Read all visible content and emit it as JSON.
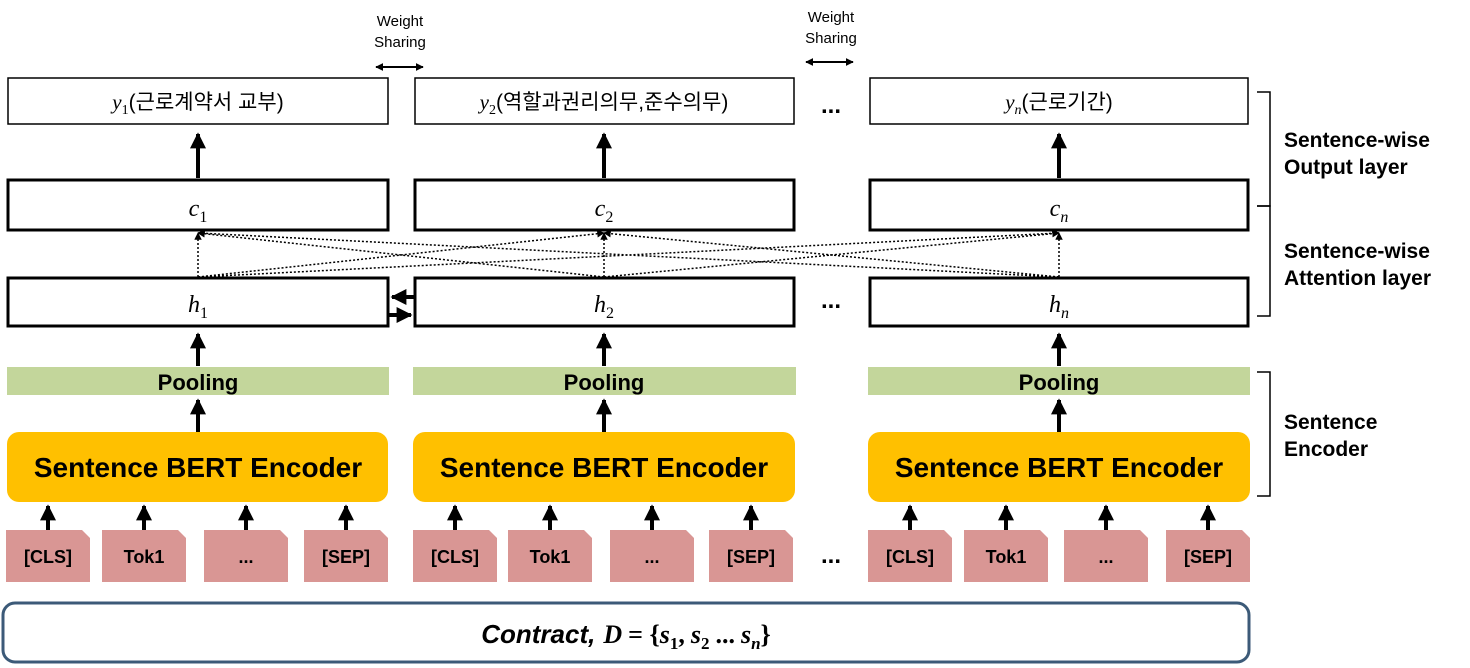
{
  "weight_sharing": [
    {
      "line1": "Weight",
      "line2": "Sharing"
    },
    {
      "line1": "Weight",
      "line2": "Sharing"
    }
  ],
  "columns": [
    {
      "output": {
        "var": "y",
        "sub": "1",
        "text": "(근로계약서 교부)"
      },
      "context": {
        "var": "c",
        "sub": "1"
      },
      "hidden": {
        "var": "h",
        "sub": "1"
      },
      "pooling": "Pooling",
      "encoder": "Sentence BERT Encoder",
      "tokens": [
        "[CLS]",
        "Tok1",
        "...",
        "[SEP]"
      ]
    },
    {
      "output": {
        "var": "y",
        "sub": "2",
        "text": "(역할과권리의무,준수의무)"
      },
      "context": {
        "var": "c",
        "sub": "2"
      },
      "hidden": {
        "var": "h",
        "sub": "2"
      },
      "pooling": "Pooling",
      "encoder": "Sentence BERT Encoder",
      "tokens": [
        "[CLS]",
        "Tok1",
        "...",
        "[SEP]"
      ]
    },
    {
      "output": {
        "var": "y",
        "sub": "n",
        "text": "(근로기간)"
      },
      "context": {
        "var": "c",
        "sub": "n"
      },
      "hidden": {
        "var": "h",
        "sub": "n"
      },
      "pooling": "Pooling",
      "encoder": "Sentence BERT Encoder",
      "tokens": [
        "[CLS]",
        "Tok1",
        "...",
        "[SEP]"
      ]
    }
  ],
  "ellipsis": "...",
  "layer_labels": {
    "output": {
      "line1": "Sentence-wise",
      "line2": "Output layer"
    },
    "attention": {
      "line1": "Sentence-wise",
      "line2": "Attention layer"
    },
    "encoder": {
      "line1": "Sentence",
      "line2": "Encoder"
    }
  },
  "contract": {
    "word": "Contract,",
    "var": "D",
    "eq": "= {",
    "s": "s",
    "sub1": "1",
    "sub2": "2",
    "subn": "n",
    "comma": ",",
    "dots": "...",
    "close": "}"
  },
  "colors": {
    "pooling": "#c3d69b",
    "encoder": "#ffc000",
    "token": "#d99694",
    "contract_border": "#3c5a78"
  }
}
